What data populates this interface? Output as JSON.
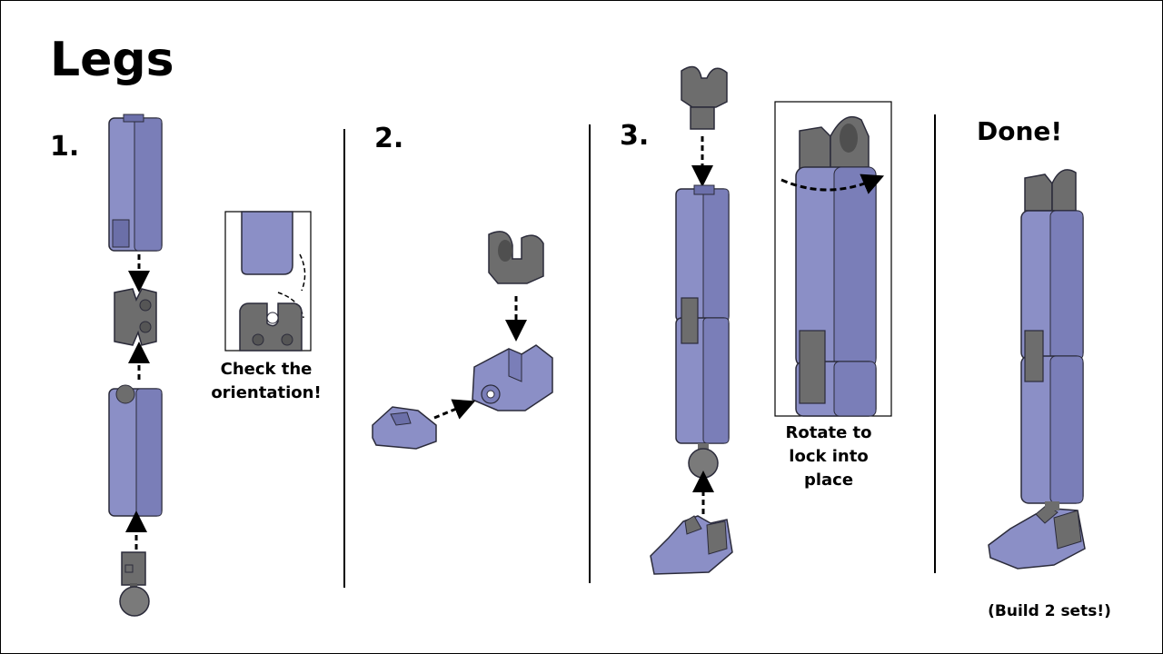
{
  "slide": {
    "title": "Legs",
    "steps": [
      {
        "number": "1."
      },
      {
        "number": "2."
      },
      {
        "number": "3."
      }
    ],
    "done_label": "Done!",
    "captions": {
      "orientation_line1": "Check the",
      "orientation_line2": "orientation!",
      "rotate_line1": "Rotate to",
      "rotate_line2": "lock into",
      "rotate_line3": "place",
      "build_sets": "(Build 2 sets!)"
    },
    "colors": {
      "part_blue": "#8b8fc6",
      "part_gray": "#6d6d6d",
      "outline": "#2b2b3a"
    }
  }
}
